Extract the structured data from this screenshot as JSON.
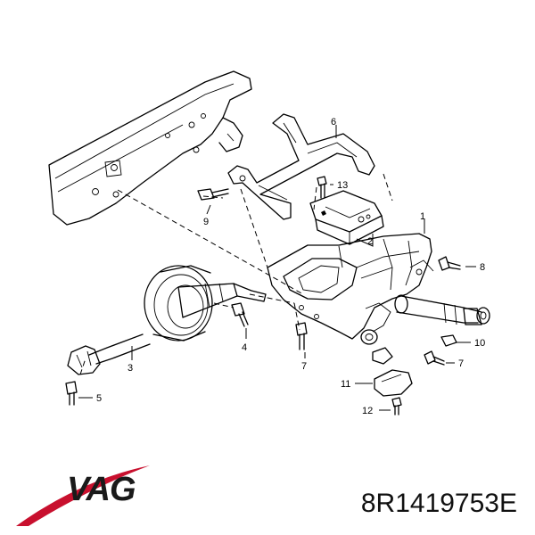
{
  "labels": {
    "l1": "1",
    "l2": "2",
    "l3": "3",
    "l4": "4",
    "l5": "5",
    "l6": "6",
    "l7a": "7",
    "l7b": "7",
    "l8": "8",
    "l9": "9",
    "l10": "10",
    "l11": "11",
    "l12": "12",
    "l13": "13"
  },
  "brand": {
    "logo_text": "VAG",
    "logo_color": "#c8102e"
  },
  "part_number": "8R1419753E"
}
